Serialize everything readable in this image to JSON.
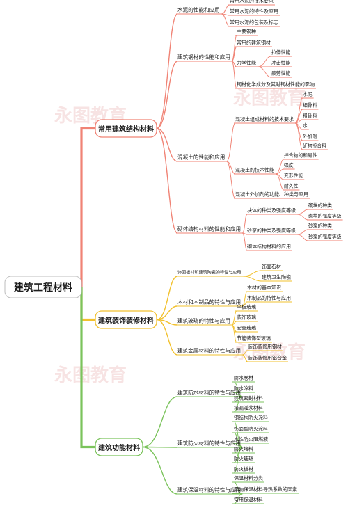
{
  "root": {
    "label": "建筑工程材料"
  },
  "watermark": "永图教育",
  "colors": {
    "red": "#f08375",
    "yellow": "#f2c12e",
    "green": "#7bc35c",
    "root_border": "#bdbdbd",
    "text": "#1c1c1c"
  },
  "branches": [
    {
      "label": "常用建筑结构材料",
      "color": "#f08375",
      "children": [
        {
          "label": "水泥的性能和应用",
          "children": [
            {
              "label": "常用水泥的技术要求"
            },
            {
              "label": "常用水泥的特性及应用"
            },
            {
              "label": "常用水泥的包装及标志"
            }
          ]
        },
        {
          "label": "建筑钢材的性能和应用",
          "children": [
            {
              "label": "主要钢种"
            },
            {
              "label": "常用的建筑钢材"
            },
            {
              "label": "力学性能",
              "children": [
                {
                  "label": "拉伸性能"
                },
                {
                  "label": "冲击性能"
                },
                {
                  "label": "疲劳性能"
                }
              ]
            },
            {
              "label": "钢材化学成分及其对钢材性能的影响"
            }
          ]
        },
        {
          "label": "混凝土的性能和应用",
          "children": [
            {
              "label": "混凝土组成材料的技术要求",
              "children": [
                {
                  "label": "水泥"
                },
                {
                  "label": "细骨料"
                },
                {
                  "label": "粗骨料"
                },
                {
                  "label": "水"
                },
                {
                  "label": "外加剂"
                },
                {
                  "label": "矿物掺合料"
                }
              ]
            },
            {
              "label": "混凝土的技术性能",
              "children": [
                {
                  "label": "拌合物的和易性"
                },
                {
                  "label": "强度"
                },
                {
                  "label": "变形性能"
                },
                {
                  "label": "耐久性"
                }
              ]
            },
            {
              "label": "混凝土外加剂的功能、种类与应用"
            }
          ]
        },
        {
          "label": "砌体结构材料的性能和应用",
          "children": [
            {
              "label": "块体的种类及强度等级",
              "children": [
                {
                  "label": "砌块的种类"
                },
                {
                  "label": "砌块的强度等级"
                }
              ]
            },
            {
              "label": "砂浆的种类及强度等级",
              "children": [
                {
                  "label": "砂浆的种类"
                },
                {
                  "label": "砂浆的强度等级"
                }
              ]
            },
            {
              "label": "砌体结构材料的应用"
            }
          ]
        }
      ]
    },
    {
      "label": "建筑装饰装修材料",
      "color": "#f2c12e",
      "children": [
        {
          "label": "饰面板材和建筑陶瓷的特性与应用",
          "children": [
            {
              "label": "饰面石材"
            },
            {
              "label": "建筑卫生陶瓷"
            }
          ]
        },
        {
          "label": "木材和木制品的特性与应用",
          "children": [
            {
              "label": "木材的基本知识"
            },
            {
              "label": "木制品的特性与应用"
            }
          ]
        },
        {
          "label": "建筑玻璃的特性与应用",
          "children": [
            {
              "label": "平板玻璃"
            },
            {
              "label": "装饰玻璃"
            },
            {
              "label": "安全玻璃"
            },
            {
              "label": "节能装饰型玻璃"
            }
          ]
        },
        {
          "label": "建筑金属材料的特性与应用",
          "children": [
            {
              "label": "装饰装修用钢材"
            },
            {
              "label": "装饰装修用铝合金"
            }
          ]
        }
      ]
    },
    {
      "label": "建筑功能材料",
      "color": "#7bc35c",
      "children": [
        {
          "label": "建筑防水材料的特性与应用",
          "children": [
            {
              "label": "防水卷材"
            },
            {
              "label": "防水涂料"
            },
            {
              "label": "建筑密封材料"
            },
            {
              "label": "堵漏灌浆材料"
            }
          ]
        },
        {
          "label": "建筑防火材料的特性与应用",
          "children": [
            {
              "label": "钢结构防火涂料"
            },
            {
              "label": "饰面型防火涂料"
            },
            {
              "label": "水性防火阻燃液"
            },
            {
              "label": "防火堵料"
            },
            {
              "label": "防火玻璃"
            },
            {
              "label": "防火板材"
            }
          ]
        },
        {
          "label": "建筑保温材料的特性与应用",
          "children": [
            {
              "label": "保温材料分类"
            },
            {
              "label": "影响保温材料导热系数的因素"
            },
            {
              "label": "常用保温材料"
            }
          ]
        }
      ]
    }
  ]
}
